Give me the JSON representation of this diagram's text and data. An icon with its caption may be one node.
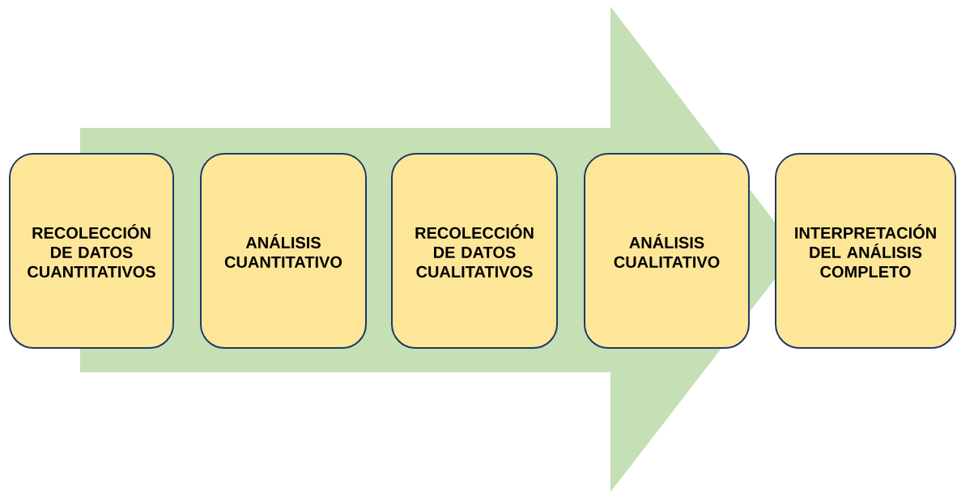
{
  "diagram": {
    "nodes": [
      {
        "text": [
          "RECOLECCIÓN DE DATOS CUANTITATIVOS"
        ]
      },
      {
        "text": [
          "ANÁLISIS CUANTITATIVO"
        ]
      },
      {
        "text": [
          "RECOLECCIÓN DE DATOS CUALITATIVOS"
        ]
      },
      {
        "text": [
          "ANÁLISIS CUALITATIVO"
        ]
      },
      {
        "text": [
          "INTERPRETACIÓN DEL ANÁLISIS COMPLETO"
        ]
      }
    ],
    "edges": [
      {
        "from": 0,
        "to": 4,
        "arrow": "to"
      }
    ]
  }
}
